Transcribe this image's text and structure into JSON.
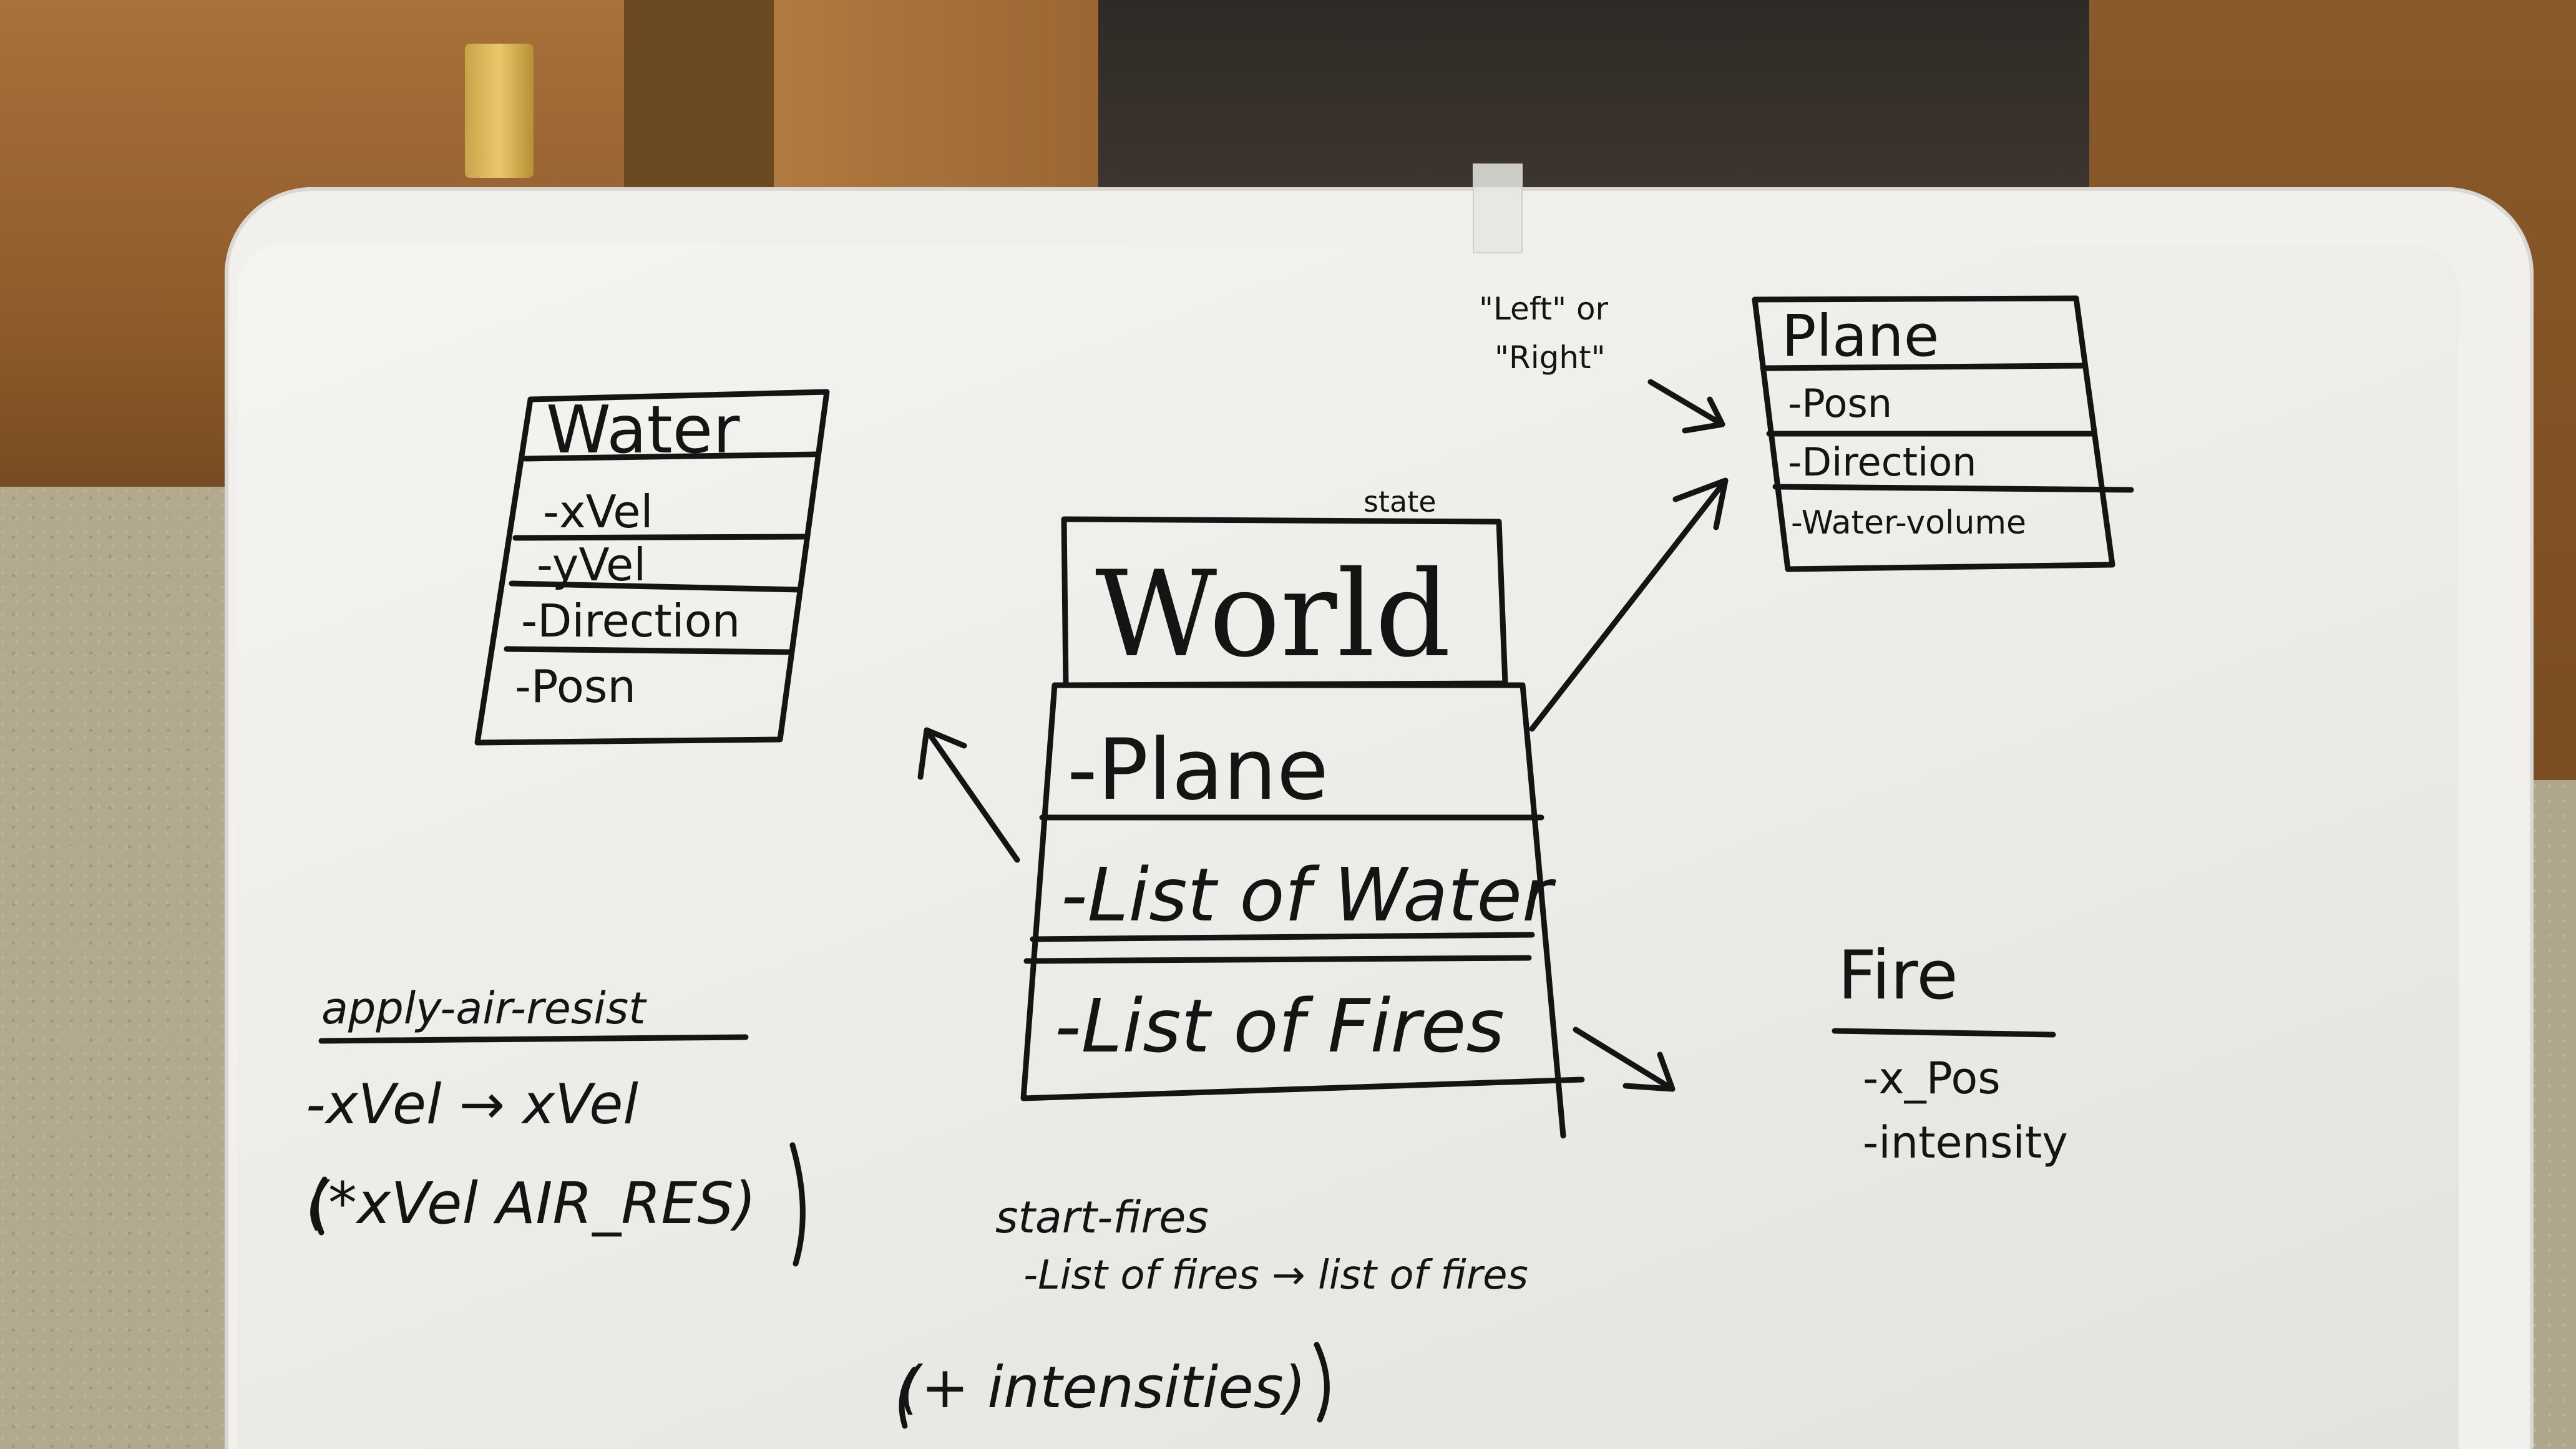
{
  "world": {
    "annotation": "state",
    "title": "World",
    "fields": [
      "-Plane",
      "-List of Water",
      "-List of Fires"
    ]
  },
  "water": {
    "title": "Water",
    "fields": [
      "-xVel",
      "-yVel",
      "-Direction",
      "-Posn"
    ]
  },
  "plane": {
    "title": "Plane",
    "fields": [
      "-Posn",
      "-Direction",
      "-Water-volume"
    ],
    "direction_note_line1": "\"Left\" or",
    "direction_note_line2": "\"Right\""
  },
  "fire": {
    "title": "Fire",
    "fields": [
      "-x_Pos",
      "-intensity"
    ]
  },
  "apply_air_resist": {
    "name": "apply-air-resist",
    "signature": "-xVel → xVel",
    "body": "(*xVel AIR_RES)"
  },
  "start_fires": {
    "name": "start-fires",
    "signature": "-List of fires → list of fires",
    "body": "(+ intensities)"
  }
}
